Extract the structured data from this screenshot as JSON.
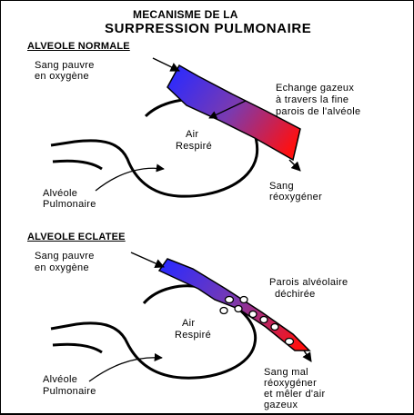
{
  "title": {
    "line1": "MECANISME DE LA",
    "line2": "SURPRESSION PULMONAIRE"
  },
  "normal": {
    "heading": "ALVEOLE NORMALE",
    "blood_in": [
      "Sang pauvre",
      "en oxygène"
    ],
    "exchange": [
      "Echange gazeux",
      "à travers la fine",
      "parois de l'alvéole"
    ],
    "air": [
      "Air",
      "Respiré"
    ],
    "alveole": [
      "Alvéole",
      "Pulmonaire"
    ],
    "blood_out": [
      "Sang",
      "réoxygéner"
    ]
  },
  "burst": {
    "heading": "ALVEOLE ECLATEE",
    "blood_in": [
      "Sang pauvre",
      "en oxygène"
    ],
    "wall": [
      "Parois alvéolaire",
      "déchirée"
    ],
    "air": [
      "Air",
      "Respiré"
    ],
    "alveole": [
      "Alvéole",
      "Pulmonaire"
    ],
    "blood_out": [
      "Sang mal",
      "réoxygéner",
      "et mêler d'air",
      "gazeux"
    ]
  },
  "colors": {
    "deoxygenated": "#2a2aff",
    "mid": "#7a3ab0",
    "oxygenated": "#ff1010"
  }
}
